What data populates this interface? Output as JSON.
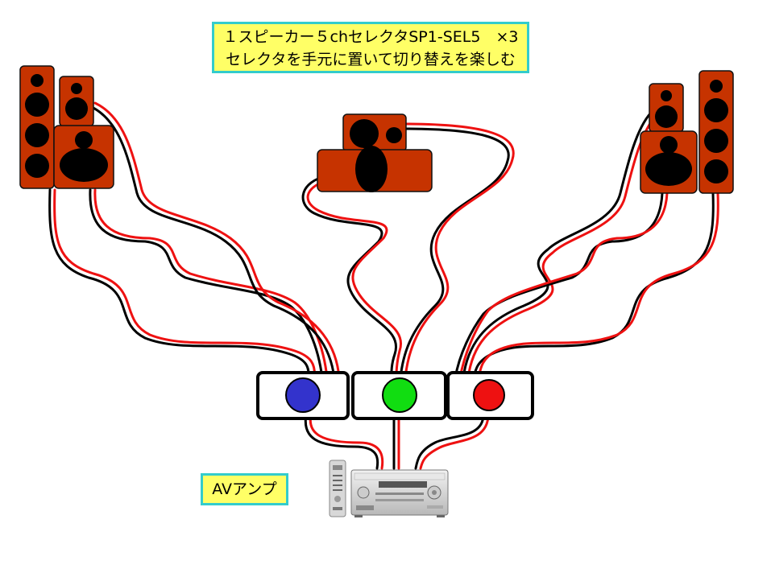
{
  "title": {
    "line1": "１スピーカー５chセレクタSP1-SEL5　×3",
    "line2": "セレクタを手元に置いて切り替えを楽しむ"
  },
  "amp_label": "AVアンプ",
  "colors": {
    "speaker": "#c63300",
    "wire_red": "#ee1111",
    "wire_black": "#000000",
    "label_bg": "#ffff66",
    "label_border": "#33cccc",
    "selector_1": "#3333cc",
    "selector_2": "#11dd11",
    "selector_3": "#ee1111"
  },
  "selectors": [
    {
      "name": "selector-blue",
      "color": "#3333cc"
    },
    {
      "name": "selector-green",
      "color": "#11dd11"
    },
    {
      "name": "selector-red",
      "color": "#ee1111"
    }
  ]
}
